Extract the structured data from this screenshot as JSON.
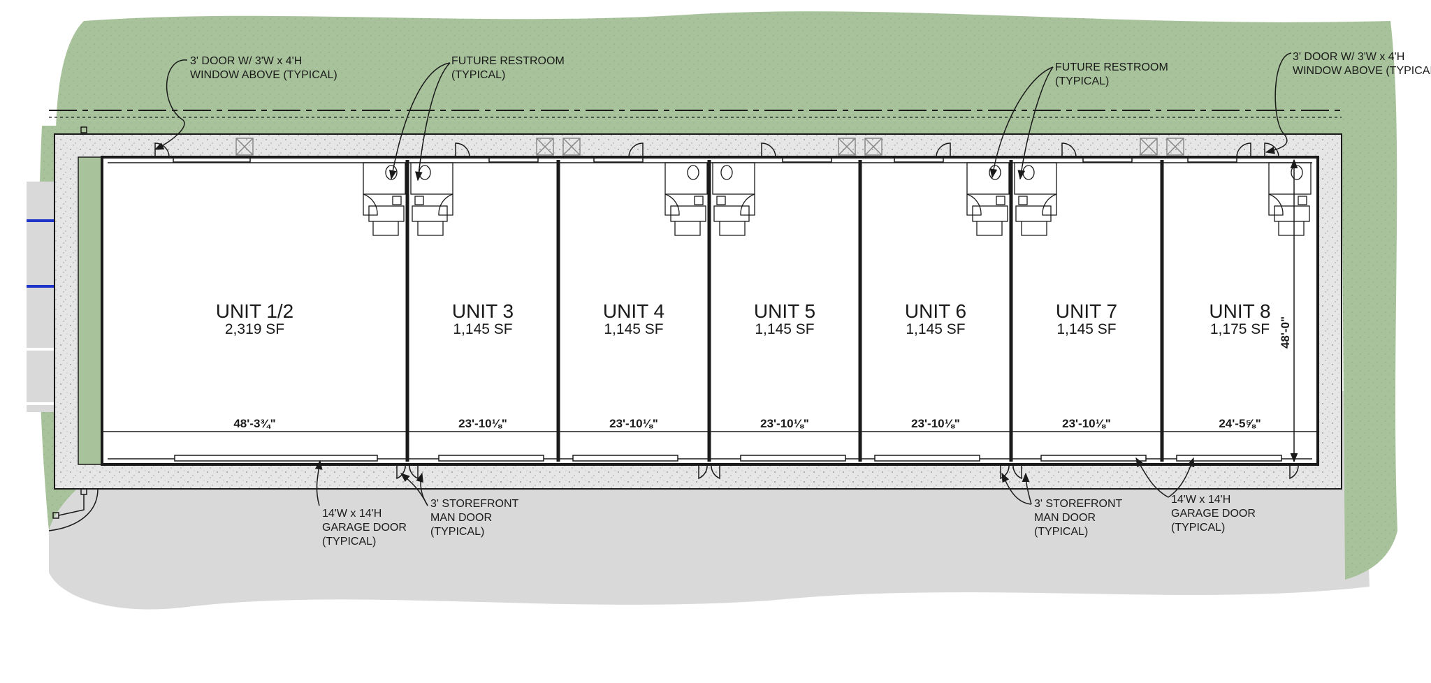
{
  "colors": {
    "grass": "#a8c39b",
    "paving": "#d9d9d9",
    "sidewalk": "#e4e4e4",
    "interior": "#ffffff",
    "lines": "#1a1a1a",
    "stripe_blue": "#1f35c9"
  },
  "units": [
    {
      "name": "UNIT 1/2",
      "area": "2,319 SF",
      "width": "48'-3¾\""
    },
    {
      "name": "UNIT 3",
      "area": "1,145 SF",
      "width": "23'-10⅛\""
    },
    {
      "name": "UNIT 4",
      "area": "1,145 SF",
      "width": "23'-10⅛\""
    },
    {
      "name": "UNIT 5",
      "area": "1,145 SF",
      "width": "23'-10⅛\""
    },
    {
      "name": "UNIT 6",
      "area": "1,145 SF",
      "width": "23'-10⅛\""
    },
    {
      "name": "UNIT 7",
      "area": "1,145 SF",
      "width": "23'-10⅛\""
    },
    {
      "name": "UNIT 8",
      "area": "1,175 SF",
      "width": "24'-5⅝\""
    }
  ],
  "depth_dimension": "48'-0\"",
  "notes": {
    "door_window_left": [
      "3' DOOR W/ 3'W x 4'H",
      "WINDOW ABOVE (TYPICAL)"
    ],
    "restroom_left": [
      "FUTURE RESTROOM",
      "(TYPICAL)"
    ],
    "restroom_right": [
      "FUTURE RESTROOM",
      "(TYPICAL)"
    ],
    "door_window_right": [
      "3' DOOR W/ 3'W x 4'H",
      "WINDOW ABOVE (TYPICAL)"
    ],
    "garage_left": [
      "14'W x 14'H",
      "GARAGE DOOR",
      "(TYPICAL)"
    ],
    "storefront_left": [
      "3' STOREFRONT",
      "MAN DOOR",
      "(TYPICAL)"
    ],
    "storefront_right": [
      "3' STOREFRONT",
      "MAN DOOR",
      "(TYPICAL)"
    ],
    "garage_right": [
      "14'W x 14'H",
      "GARAGE DOOR",
      "(TYPICAL)"
    ]
  }
}
